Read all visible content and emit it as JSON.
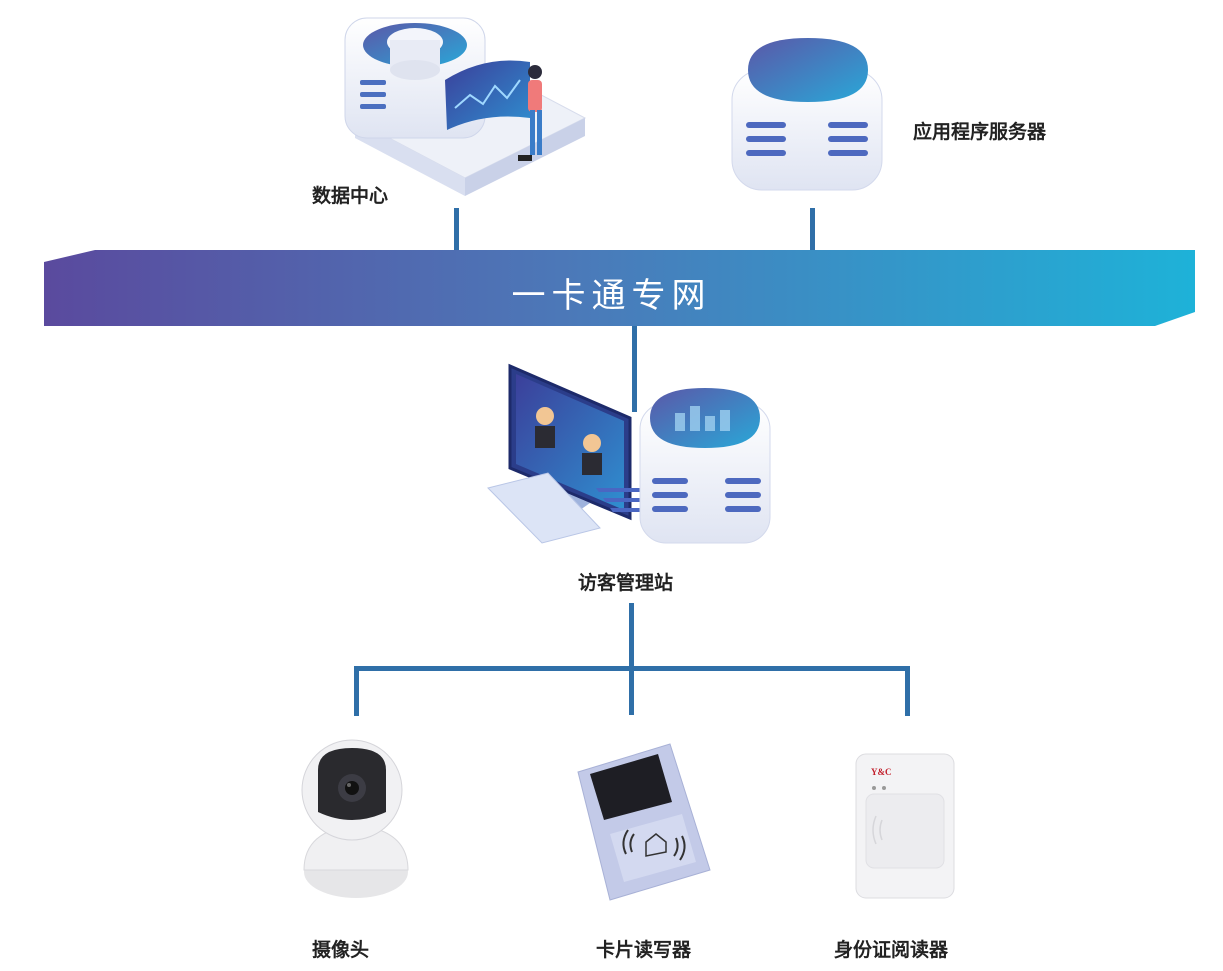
{
  "network": {
    "label": "一卡通专网"
  },
  "top": {
    "data_center": {
      "label": "数据中心"
    },
    "app_server": {
      "label": "应用程序服务器"
    }
  },
  "middle": {
    "visitor_station": {
      "label": "访客管理站"
    }
  },
  "devices": {
    "camera": {
      "label": "摄像头"
    },
    "card_reader": {
      "label": "卡片读写器"
    },
    "id_reader": {
      "label": "身份证阅读器",
      "brand": "Y&C"
    }
  }
}
